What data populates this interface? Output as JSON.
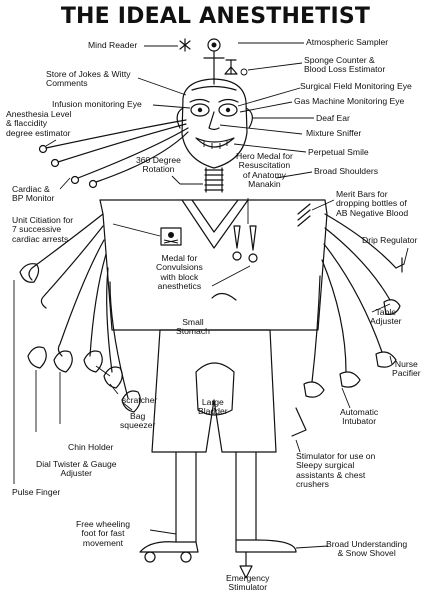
{
  "title": "THE IDEAL ANESTHETIST",
  "labels": {
    "mind_reader": "Mind Reader",
    "jokes": "Store of Jokes & Witty\nComments",
    "infusion_eye": "Infusion monitoring Eye",
    "anesthesia_level": "Anesthesia Level\n& flaccidity\ndegree estimator",
    "cardiac": "Cardiac &\nBP Monitor",
    "unit_citation": "Unit Citiation for\n7 successive\ncardiac arrests",
    "rotation": "360 Degree\nRotation",
    "hero_medal": "Hero Medal for\nResuscitation\nof Anatomy\nManakin",
    "atmospheric": "Atmospheric Sampler",
    "sponge": "Sponge Counter &\nBlood Loss Estimator",
    "surgical_eye": "Surgical Field Monitoring Eye",
    "gas_eye": "Gas Machine Monitoring Eye",
    "deaf_ear": "Deaf Ear",
    "mixture": "Mixture Sniffer",
    "smile": "Perpetual Smile",
    "shoulders": "Broad Shoulders",
    "merit": "Merit Bars for\ndropping bottles of\nAB Negative Blood",
    "drip": "Drip Regulator",
    "convulsions": "Medal for\nConvulsions\nwith block\nanesthetics",
    "stomach": "Small\nStomach",
    "table": "Table\nAdjuster",
    "nurse": "Nurse\nPacifier",
    "scratcher": "scratcher",
    "bag": "Bag\nsqueezer",
    "bladder": "Large\nBladder",
    "intubator": "Automatic\nIntubator",
    "chin": "Chin Holder",
    "dial": "Dial Twister & Gauge\nAdjuster",
    "stimulator": "Stimulator for use on\nSleepy surgical\nassistants & chest\ncrushers",
    "pulse": "Pulse Finger",
    "foot": "Free wheeling\nfoot for fast\nmovement",
    "understanding": "Broad Understanding\n& Snow Shovel",
    "emergency": "Emergency\nStimulator"
  }
}
